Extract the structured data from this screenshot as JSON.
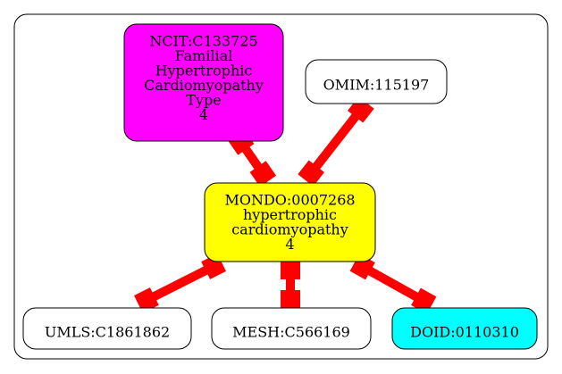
{
  "colors": {
    "edge": "#ff0000",
    "stroke": "#000000",
    "default_fill": "#ffffff",
    "magenta": "#ff00ff",
    "yellow": "#ffff00",
    "cyan": "#00ffff"
  },
  "nodes": [
    {
      "id": "ncit",
      "fill": "#ff00ff",
      "lines": [
        "NCIT:C133725",
        "Familial",
        "Hypertrophic",
        "Cardiomyopathy",
        "Type",
        "4"
      ]
    },
    {
      "id": "omim",
      "fill": "#ffffff",
      "lines": [
        "OMIM:115197"
      ]
    },
    {
      "id": "mondo",
      "fill": "#ffff00",
      "lines": [
        "MONDO:0007268",
        "hypertrophic",
        "cardiomyopathy",
        "4"
      ]
    },
    {
      "id": "umls",
      "fill": "#ffffff",
      "lines": [
        "UMLS:C1861862"
      ]
    },
    {
      "id": "mesh",
      "fill": "#ffffff",
      "lines": [
        "MESH:C566169"
      ]
    },
    {
      "id": "doid",
      "fill": "#00ffff",
      "lines": [
        "DOID:0110310"
      ]
    }
  ],
  "edges": [
    {
      "from": "ncit",
      "to": "mondo"
    },
    {
      "from": "omim",
      "to": "mondo"
    },
    {
      "from": "mondo",
      "to": "umls"
    },
    {
      "from": "mondo",
      "to": "mesh"
    },
    {
      "from": "mondo",
      "to": "doid"
    }
  ]
}
